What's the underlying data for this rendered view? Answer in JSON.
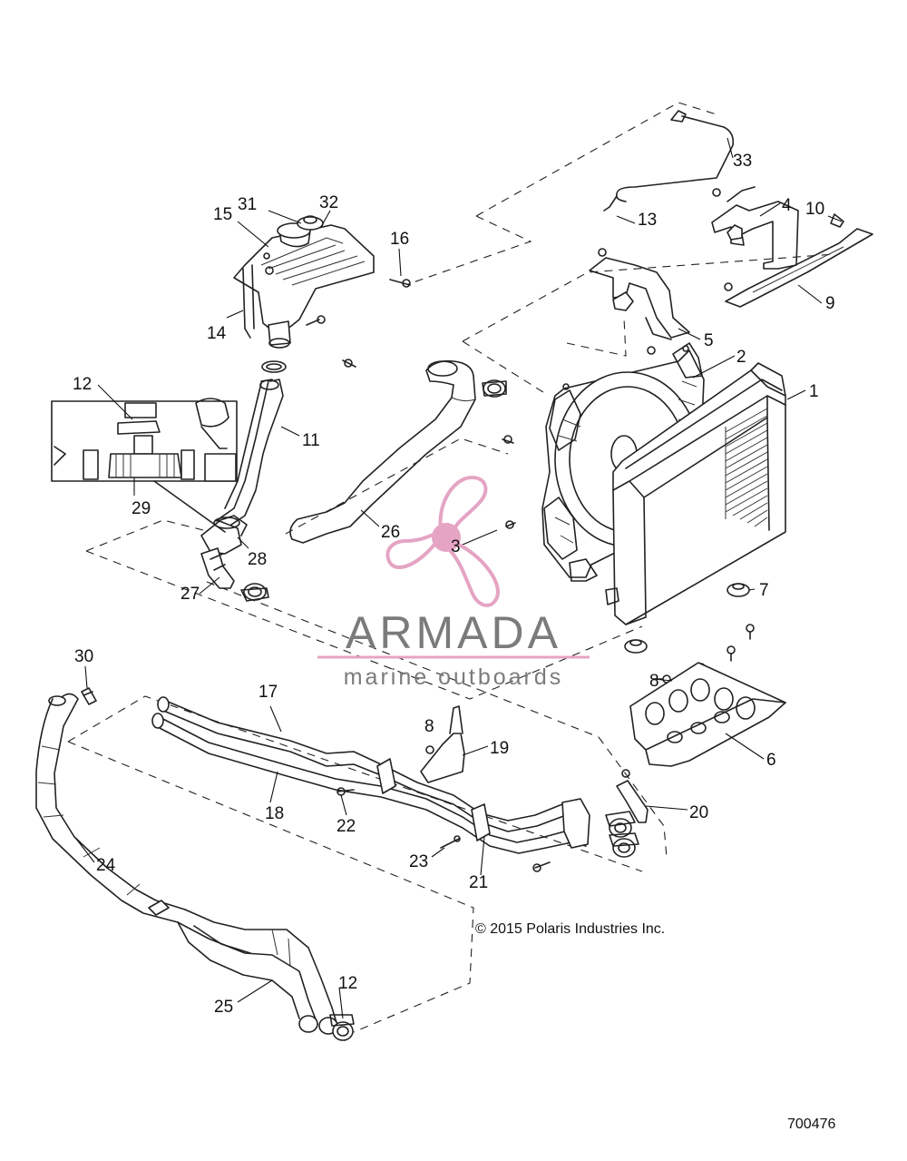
{
  "diagram": {
    "callouts": {
      "c1": "1",
      "c2": "2",
      "c3": "3",
      "c4": "4",
      "c5": "5",
      "c6": "6",
      "c7": "7",
      "c8a": "8",
      "c8b": "8",
      "c9": "9",
      "c10": "10",
      "c11": "11",
      "c12a": "12",
      "c12b": "12",
      "c13": "13",
      "c14": "14",
      "c15": "15",
      "c16": "16",
      "c17": "17",
      "c18": "18",
      "c19": "19",
      "c20": "20",
      "c21": "21",
      "c22": "22",
      "c23": "23",
      "c24": "24",
      "c25": "25",
      "c26": "26",
      "c27": "27",
      "c28": "28",
      "c29": "29",
      "c30": "30",
      "c31": "31",
      "c32": "32",
      "c33": "33"
    },
    "copyright": "© 2015 Polaris Industries Inc.",
    "figure_number": "700476"
  },
  "watermark": {
    "title": "ARMADA",
    "subtitle": "marine outboards",
    "colors": {
      "propeller": "#e5a4c4",
      "text": "#7b7b7b",
      "rule": "#e5a4c4"
    }
  }
}
